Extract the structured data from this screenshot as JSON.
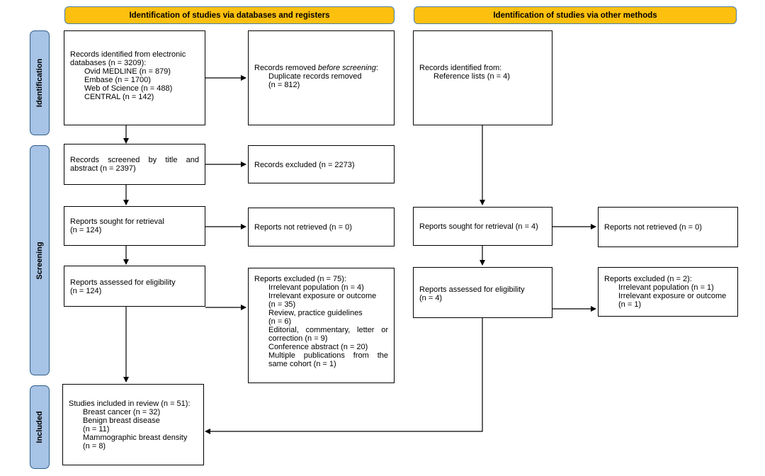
{
  "headers": {
    "left": "Identification of studies via databases and registers",
    "right": "Identification of studies via other methods"
  },
  "phases": {
    "identification": "Identification",
    "screening": "Screening",
    "included": "Included"
  },
  "boxes": {
    "records_identified": {
      "line1": "Records identified from electronic",
      "line2": "databases (n = 3209):",
      "items": [
        "Ovid MEDLINE (n = 879)",
        "Embase (n = 1700)",
        "Web of Science (n = 488)",
        "CENTRAL (n = 142)"
      ]
    },
    "records_removed": {
      "title_prefix": "Records removed ",
      "title_italic": "before screening",
      "title_suffix": ":",
      "item1": "Duplicate records removed",
      "item2": "(n = 812)"
    },
    "other_identified": {
      "line1": "Records identified from:",
      "item": "Reference lists (n = 4)"
    },
    "screened": {
      "line1": "Records screened by title and",
      "line2": "abstract (n = 2397)"
    },
    "excluded_screen": "Records excluded (n = 2273)",
    "sought_db": {
      "line1": "Reports sought for retrieval",
      "line2": "(n = 124)"
    },
    "not_retrieved_db": "Reports not retrieved (n = 0)",
    "sought_other": "Reports sought for retrieval (n = 4)",
    "not_retrieved_other": "Reports not retrieved (n = 0)",
    "assessed_db": {
      "line1": "Reports assessed for eligibility",
      "line2": "(n = 124)"
    },
    "excluded_db": {
      "title": "Reports excluded (n = 75):",
      "lines": [
        "Irrelevant population (n = 4)",
        "Irrelevant exposure or outcome",
        "(n = 35)",
        "Review, practice guidelines",
        "(n = 6)",
        "Editorial, commentary, letter or",
        "correction (n = 9)",
        "Conference abstract (n = 20)",
        "Multiple publications from the",
        "same cohort (n = 1)"
      ]
    },
    "assessed_other": {
      "line1": "Reports assessed for eligibility",
      "line2": "(n = 4)"
    },
    "excluded_other": {
      "title": "Reports excluded (n = 2):",
      "lines": [
        "Irrelevant population (n = 1)",
        "Irrelevant exposure or outcome",
        "(n = 1)"
      ]
    },
    "included": {
      "title": "Studies included in review (n = 51):",
      "lines": [
        "Breast cancer (n = 32)",
        "Benign breast disease",
        "(n = 11)",
        "Mammographic breast density",
        "(n = 8)"
      ]
    }
  },
  "colors": {
    "header_fill": "#fdc00f",
    "header_border": "#4a7fa8",
    "phase_fill": "#a7c3e5",
    "phase_border": "#2f5f8a"
  }
}
